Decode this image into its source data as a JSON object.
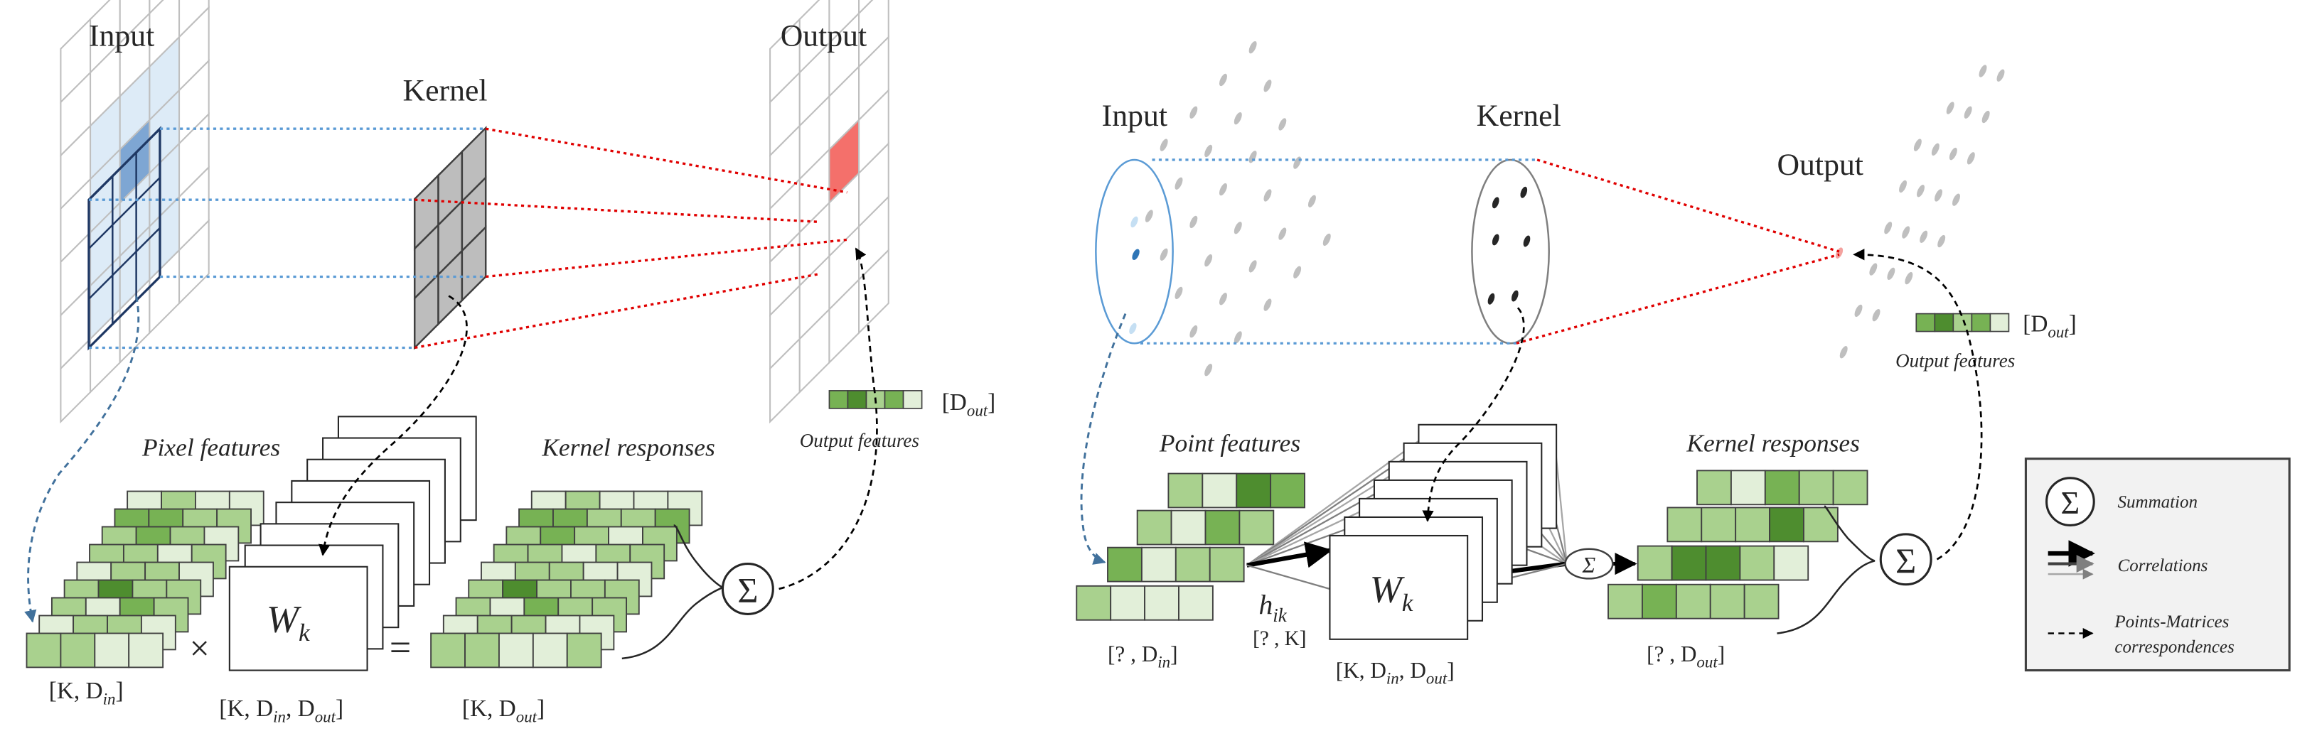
{
  "left": {
    "input_label": "Input",
    "kernel_label": "Kernel",
    "output_label": "Output",
    "pixel_features_label": "Pixel features",
    "kernel_responses_label": "Kernel responses",
    "output_features_label": "Output features",
    "weight_label": "W",
    "weight_sub": "k",
    "times_symbol": "×",
    "equals_symbol": "=",
    "sum_symbol": "Σ",
    "dim_in": {
      "a": "[K, D",
      "sub": "in",
      "b": "]"
    },
    "dim_w": {
      "a": "[K, D",
      "sub1": "in",
      "m": ", D",
      "sub2": "out",
      "b": "]"
    },
    "dim_resp": {
      "a": "[K, D",
      "sub": "out",
      "b": "]"
    },
    "dim_out": {
      "a": "[D",
      "sub": "out",
      "b": "]"
    }
  },
  "right": {
    "input_label": "Input",
    "kernel_label": "Kernel",
    "output_label": "Output",
    "point_features_label": "Point features",
    "kernel_responses_label": "Kernel responses",
    "output_features_label": "Output features",
    "weight_label": "W",
    "weight_sub": "k",
    "h_label": "h",
    "h_sub": "ik",
    "h_dim": "[? , K]",
    "sum_symbol": "Σ",
    "dim_in": {
      "a": "[? , D",
      "sub": "in",
      "b": "]"
    },
    "dim_w": {
      "a": "[K, D",
      "sub1": "in",
      "m": ", D",
      "sub2": "out",
      "b": "]"
    },
    "dim_resp": {
      "a": "[? , D",
      "sub": "out",
      "b": "]"
    },
    "dim_out": {
      "a": "[D",
      "sub": "out",
      "b": "]"
    }
  },
  "legend": {
    "summation": "Summation",
    "correlations": "Correlations",
    "correspondences_line1": "Points-Matrices",
    "correspondences_line2": "correspondences",
    "sum_symbol": "Σ"
  },
  "colors": {
    "green_dark": "#4e8d2f",
    "green_mid": "#77b254",
    "green_light": "#a9d18e",
    "green_pale": "#e2efd9",
    "input_highlight": "#ddebf7",
    "input_center": "#7ea6d3",
    "output_red": "#f4706b",
    "kernel_gray": "#bdbdbd",
    "blue_dotted": "#5b9bd5",
    "red_dotted": "#e00000"
  }
}
